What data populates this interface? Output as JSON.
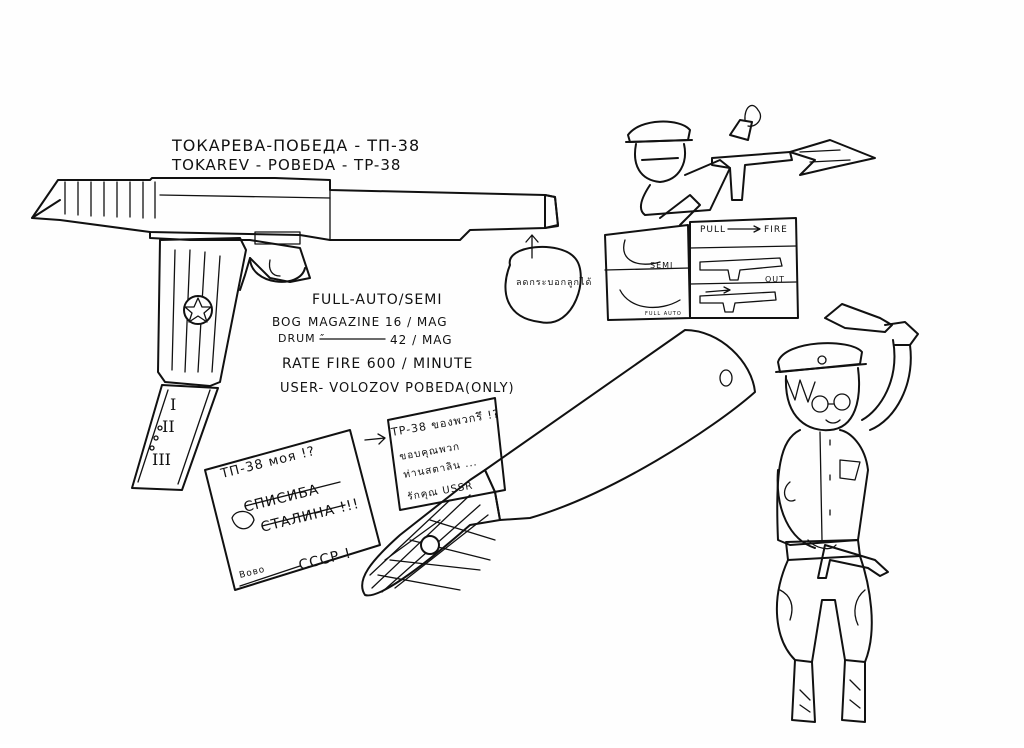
{
  "gun_title": {
    "line1": "ТОКАРЕВА-ПОБЕДА - ТП-38",
    "line2": "TOKAREV - POBEDA - TP-38"
  },
  "specs": {
    "mode": "FULL-AUTO/SEMI",
    "box_label": "BOG",
    "box_value": "MAGAZINE 16 / MAG",
    "drum_label": "DRUM ″",
    "drum_value": "42 / MAG",
    "rate": "RATE FIRE 600 / MINUTE",
    "user": "USER- VOLOZOV POBEDA(ONLY)"
  },
  "balloon_note": "ลดกระบอกลูกได้",
  "magazine_marks": [
    "I",
    "II",
    "III"
  ],
  "card_left": {
    "heading": "TП-38 моя !?",
    "strike_line1": "СПИСИБА",
    "strike_line2": "СТАЛИНА !!!",
    "footer": "СССР !",
    "signature": "Вово"
  },
  "card_right": {
    "heading": "TP-38 ของพวกรึ !?",
    "line1": "ขอบคุณพวก",
    "line2": "ท่านสตาลิน ...",
    "line3": "รักคุณ USSR"
  },
  "comic_labels": {
    "pull": "PULL",
    "fire": "FIRE",
    "semi": "SEMI",
    "full_auto": "FULL AUTO",
    "out": "OUT"
  },
  "colors": {
    "ink": "#111111",
    "paper": "#fefefe"
  }
}
